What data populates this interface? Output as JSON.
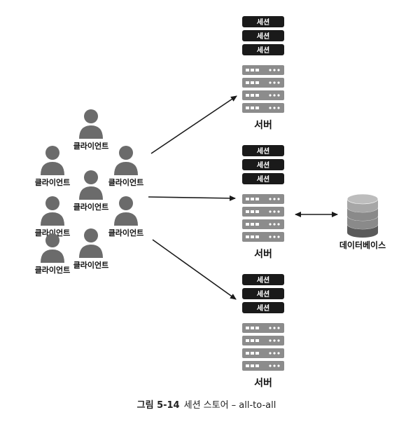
{
  "colors": {
    "session_fill": "#1a1a1a",
    "session_text": "#ffffff",
    "rack_fill": "#8c8c8c",
    "rack_light": "#ffffff",
    "client_fill": "#6b6b6b",
    "arrow": "#1a1a1a",
    "db_top": "#a7a7a7",
    "db_mid": "#8a8a8a",
    "db_bottom": "#5a5a5a"
  },
  "icons": {
    "client": "person-icon",
    "server_unit": "server-rack-icon",
    "database": "database-icon"
  },
  "clients": [
    {
      "label": "클라이언트"
    },
    {
      "label": "클라이언트"
    },
    {
      "label": "클라이언트"
    },
    {
      "label": "클라이언트"
    },
    {
      "label": "클라이언트"
    },
    {
      "label": "클라이언트"
    },
    {
      "label": "클라이언트"
    },
    {
      "label": "클라이언트"
    }
  ],
  "servers": [
    {
      "label": "서버",
      "sessions": [
        "세션",
        "세션",
        "세션"
      ]
    },
    {
      "label": "서버",
      "sessions": [
        "세션",
        "세션",
        "세션"
      ]
    },
    {
      "label": "서버",
      "sessions": [
        "세션",
        "세션",
        "세션"
      ]
    }
  ],
  "database": {
    "label": "데이터베이스"
  },
  "caption": {
    "number": "그림 5-14",
    "text": "세션 스토어 – all-to-all"
  }
}
